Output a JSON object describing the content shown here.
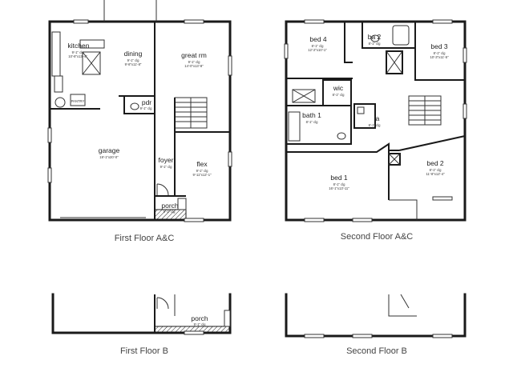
{
  "captions": {
    "first_ac": "First Floor A&C",
    "second_ac": "Second Floor A&C",
    "first_b": "First Floor B",
    "second_b": "Second Floor B"
  },
  "rooms": {
    "kitchen": {
      "label": "kitchen",
      "dim": "9'-1\" clg",
      "size": "10'-8\"x13'-4\""
    },
    "dining": {
      "label": "dining",
      "dim": "9'-1\" clg",
      "size": "9'-8\"x11'-8\""
    },
    "great_rm": {
      "label": "great rm",
      "dim": "9'-1\" clg",
      "size": "14'-0\"x13'-8\""
    },
    "pantry": {
      "label": "PANTRY"
    },
    "pdr": {
      "label": "pdr",
      "dim": "9'-1\" clg"
    },
    "garage": {
      "label": "garage",
      "size": "19'-1\"x20'-0\""
    },
    "foyer": {
      "label": "foyer",
      "dim": "9'-1\" clg"
    },
    "flex": {
      "label": "flex",
      "dim": "9'-1\" clg",
      "size": "9'-11\"x12'-1\""
    },
    "porch": {
      "label": "porch",
      "dim": "9'-1\" clg"
    },
    "bed4": {
      "label": "bed 4",
      "dim": "8'-1\" clg",
      "size": "12'-2\"x10'-1\""
    },
    "ba2": {
      "label": "ba 2",
      "dim": "8'-1\" clg"
    },
    "bed3": {
      "label": "bed 3",
      "dim": "8'-1\" clg",
      "size": "10'-3\"x11'-5\""
    },
    "wic": {
      "label": "wic",
      "dim": "8'-1\" clg"
    },
    "bath1": {
      "label": "bath 1",
      "dim": "8'-1\" clg"
    },
    "la": {
      "label": "la",
      "dim": "8'-1\" clg"
    },
    "bed1": {
      "label": "bed 1",
      "dim": "8'-1\" clg",
      "size": "16'-1\"x13'-11\""
    },
    "bed2": {
      "label": "bed 2",
      "dim": "8'-1\" clg",
      "size": "11'-8\"x12'-4\""
    },
    "porch_b": {
      "label": "porch",
      "dim": "9'-1\" clg"
    }
  }
}
